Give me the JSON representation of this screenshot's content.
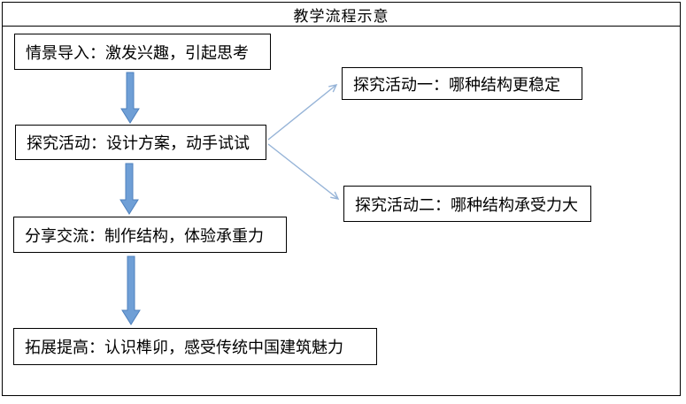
{
  "title": "教学流程示意",
  "flow": {
    "nodes": [
      {
        "id": "intro",
        "text": "情景导入：激发兴趣，引起思考"
      },
      {
        "id": "explore",
        "text": "探究活动：设计方案，动手试试"
      },
      {
        "id": "explore-1",
        "text": "探究活动一：哪种结构更稳定"
      },
      {
        "id": "explore-2",
        "text": "探究活动二：哪种结构承受力大"
      },
      {
        "id": "share",
        "text": "分享交流：制作结构，体验承重力"
      },
      {
        "id": "extend",
        "text": "拓展提高：认识榫卯，感受传统中国建筑魅力"
      }
    ],
    "edges": [
      {
        "from": "intro",
        "to": "explore",
        "style": "block-arrow-down"
      },
      {
        "from": "explore",
        "to": "explore-1",
        "style": "thin-open-arrow"
      },
      {
        "from": "explore",
        "to": "explore-2",
        "style": "thin-open-arrow"
      },
      {
        "from": "explore",
        "to": "share",
        "style": "block-arrow-down"
      },
      {
        "from": "share",
        "to": "extend",
        "style": "block-arrow-down"
      }
    ]
  },
  "colors": {
    "background": "#ffffff",
    "border": "#000000",
    "text": "#000000",
    "block_arrow_fill": "#6f9fd6",
    "block_arrow_stroke": "#4f81bd",
    "connector_stroke": "#95b3d7"
  }
}
